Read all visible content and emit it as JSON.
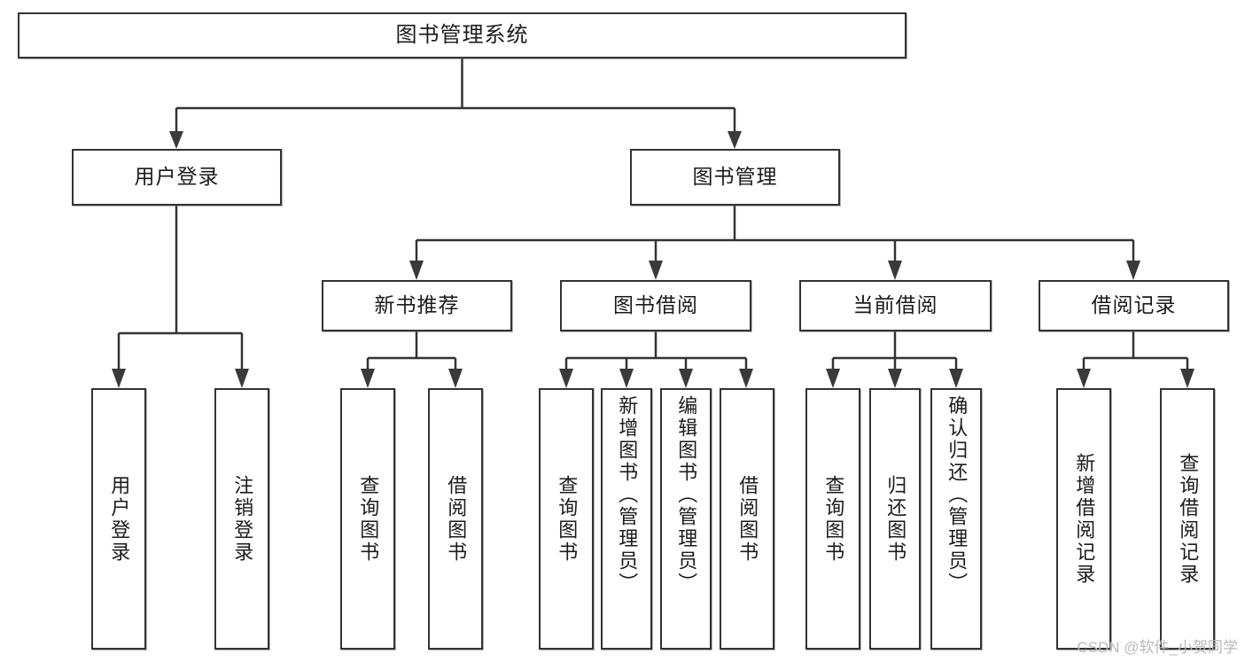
{
  "diagram": {
    "title": "图书管理系统",
    "watermark": "CSDN @软件_小贺同学",
    "colors": {
      "background": "#ffffff",
      "border": "#333333",
      "text": "#1b1b1b",
      "connector": "#333333",
      "watermark": "#b9b9b9"
    },
    "root": {
      "label": "图书管理系统"
    },
    "level2": [
      {
        "label": "用户登录"
      },
      {
        "label": "图书管理"
      }
    ],
    "level3": [
      {
        "label": "新书推荐"
      },
      {
        "label": "图书借阅"
      },
      {
        "label": "当前借阅"
      },
      {
        "label": "借阅记录"
      }
    ],
    "leaves": {
      "user_login": [
        {
          "label": "用户登录"
        },
        {
          "label": "注销登录"
        }
      ],
      "new_book": [
        {
          "label": "查询图书"
        },
        {
          "label": "借阅图书"
        }
      ],
      "book_borrow": [
        {
          "label": "查询图书"
        },
        {
          "label": "新增图书（管理员）"
        },
        {
          "label": "编辑图书（管理员）"
        },
        {
          "label": "借阅图书"
        }
      ],
      "current_borrow": [
        {
          "label": "查询图书"
        },
        {
          "label": "归还图书"
        },
        {
          "label": "确认归还（管理员）"
        }
      ],
      "borrow_record": [
        {
          "label": "新增借阅记录"
        },
        {
          "label": "查询借阅记录"
        }
      ]
    }
  }
}
